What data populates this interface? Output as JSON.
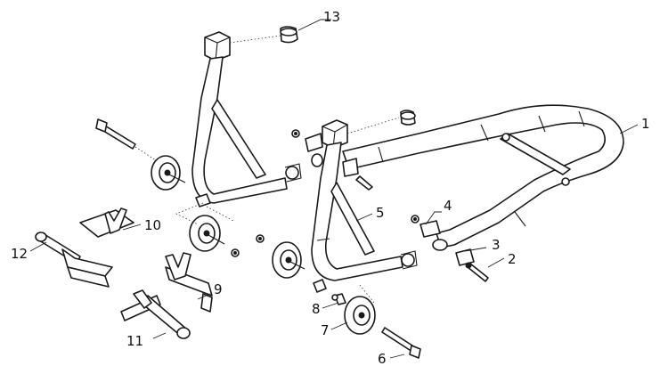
{
  "diagram": {
    "callouts": [
      {
        "id": "c1",
        "text": "1"
      },
      {
        "id": "c2",
        "text": "2"
      },
      {
        "id": "c3",
        "text": "3"
      },
      {
        "id": "c4",
        "text": "4"
      },
      {
        "id": "c5",
        "text": "5"
      },
      {
        "id": "c6",
        "text": "6"
      },
      {
        "id": "c7",
        "text": "7"
      },
      {
        "id": "c8",
        "text": "8"
      },
      {
        "id": "c9",
        "text": "9"
      },
      {
        "id": "c10",
        "text": "10"
      },
      {
        "id": "c11",
        "text": "11"
      },
      {
        "id": "c12",
        "text": "12"
      },
      {
        "id": "c13",
        "text": "13"
      }
    ],
    "colors": {
      "line": "#1a1a1a",
      "background": "#ffffff"
    }
  }
}
